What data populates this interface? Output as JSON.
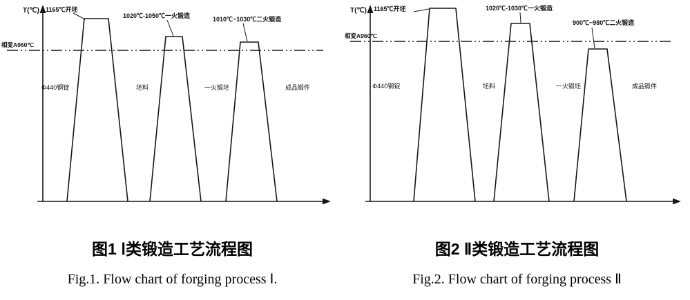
{
  "figures": [
    {
      "y_axis_label": "T(℃)",
      "phase_line_label": "相变A960℃",
      "peak_annotations": [
        "1165℃开坯",
        "1020℃-1050℃一火锻造",
        "1010℃~1030℃二火锻造"
      ],
      "stage_labels": [
        "Φ440钢锭",
        "坯料",
        "一火锻坯",
        "成品锻件"
      ],
      "phase_line_temperature": "960",
      "caption_zh": "图1 Ⅰ类锻造工艺流程图",
      "caption_en": "Fig.1. Flow chart of forging process Ⅰ."
    },
    {
      "y_axis_label": "T(℃)",
      "phase_line_label": "相变A960℃",
      "peak_annotations": [
        "1165℃开坯",
        "1020℃-1030℃一火锻造",
        "900℃~980℃二火锻造"
      ],
      "stage_labels": [
        "Φ440钢锭",
        "坯料",
        "一火锻坯",
        "成品锻件"
      ],
      "phase_line_temperature": "960",
      "caption_zh": "图2 Ⅱ类锻造工艺流程图",
      "caption_en": "Fig.2. Flow chart of forging process Ⅱ"
    }
  ]
}
